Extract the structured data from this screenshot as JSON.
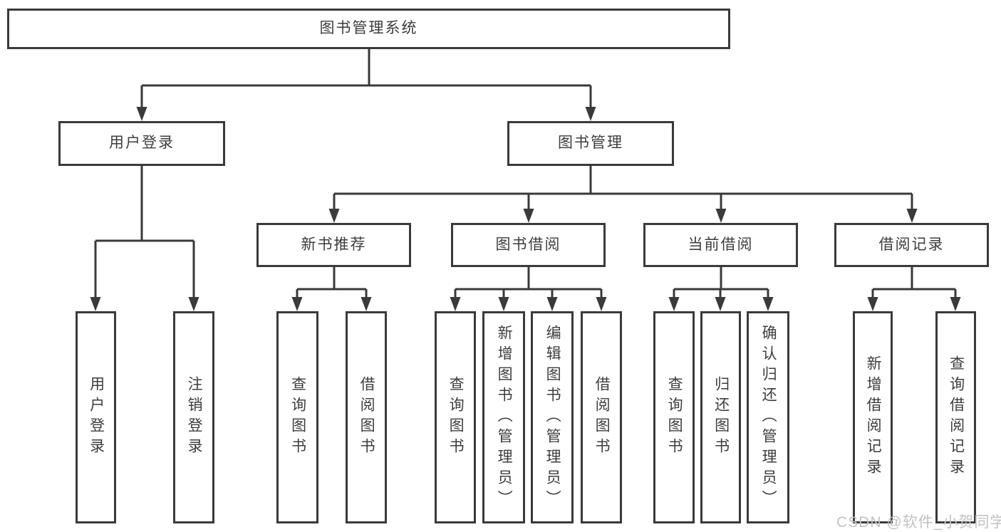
{
  "diagram_type": "tree",
  "root": {
    "label": "图书管理系统",
    "children": [
      {
        "label": "用户登录",
        "children": [
          {
            "label": "用户登录"
          },
          {
            "label": "注销登录"
          }
        ]
      },
      {
        "label": "图书管理",
        "children": [
          {
            "label": "新书推荐",
            "children": [
              {
                "label": "查询图书"
              },
              {
                "label": "借阅图书"
              }
            ]
          },
          {
            "label": "图书借阅",
            "children": [
              {
                "label": "查询图书"
              },
              {
                "label": "新增图书（管理员）"
              },
              {
                "label": "编辑图书（管理员）"
              },
              {
                "label": "借阅图书"
              }
            ]
          },
          {
            "label": "当前借阅",
            "children": [
              {
                "label": "查询图书"
              },
              {
                "label": "归还图书"
              },
              {
                "label": "确认归还（管理员）"
              }
            ]
          },
          {
            "label": "借阅记录",
            "children": [
              {
                "label": "新增借阅记录"
              },
              {
                "label": "查询借阅记录"
              }
            ]
          }
        ]
      }
    ]
  },
  "watermark": "CSDN @软件_小贺同学",
  "colors": {
    "line": "#3a3a3a",
    "text": "#3d3d3d",
    "background": "#ffffff",
    "watermark": "#c2c2c2"
  }
}
